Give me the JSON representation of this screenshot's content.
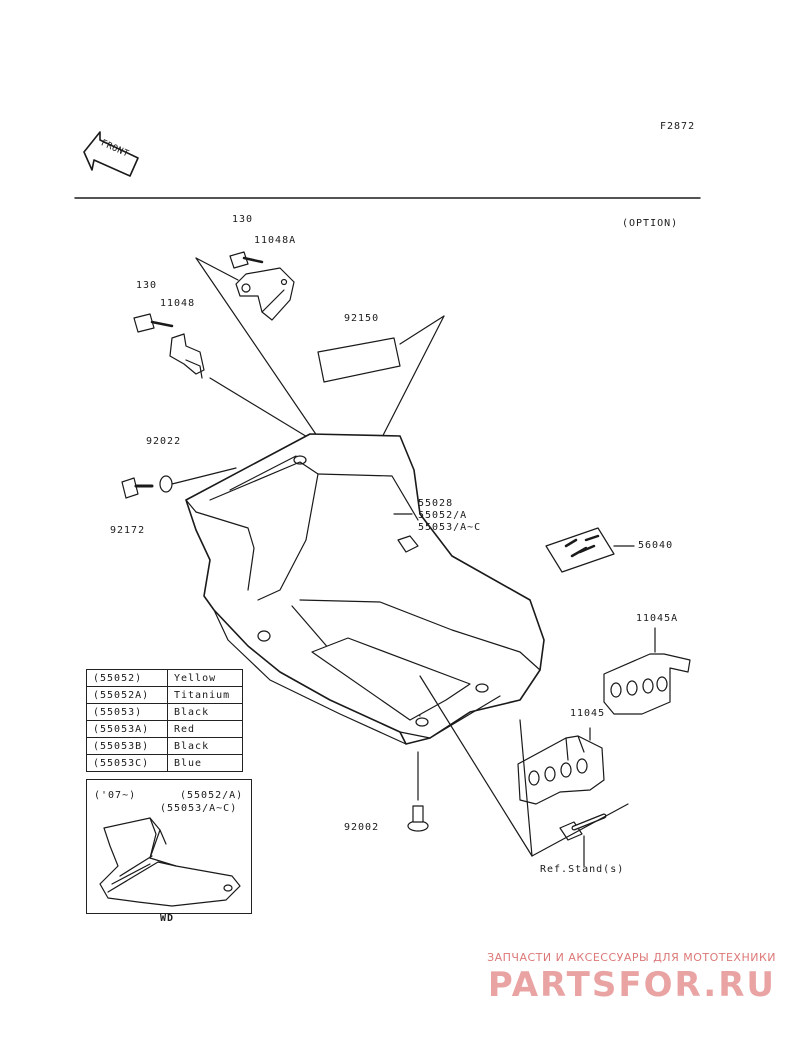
{
  "figure_code": "F2872",
  "front_label": "FRONT",
  "option_label": "(OPTION)",
  "parts": {
    "p130_top": "130",
    "p11048A": "11048A",
    "p130_left": "130",
    "p11048": "11048",
    "p92150": "92150",
    "p92022": "92022",
    "p92172": "92172",
    "p55028": "55028",
    "p55052A": "55052/A",
    "p55053AC": "55053/A~C",
    "p56040": "56040",
    "p11045A": "11045A",
    "p11045": "11045",
    "p92002": "92002",
    "ref_stand": "Ref.Stand(s)"
  },
  "color_table": [
    {
      "code": "(55052)",
      "color": "Yellow"
    },
    {
      "code": "(55052A)",
      "color": "Titanium"
    },
    {
      "code": "(55053)",
      "color": "Black"
    },
    {
      "code": "(55053A)",
      "color": "Red"
    },
    {
      "code": "(55053B)",
      "color": "Black"
    },
    {
      "code": "(55053C)",
      "color": "Blue"
    }
  ],
  "inset": {
    "year": "('07~)",
    "part1": "(55052/A)",
    "part2": "(55053/A~C)",
    "caption": "WD"
  },
  "watermark": {
    "line1": "ЗАПЧАСТИ И АКСЕССУАРЫ ДЛЯ МОТОТЕХНИКИ",
    "line2": "PARTSFOR.RU"
  }
}
